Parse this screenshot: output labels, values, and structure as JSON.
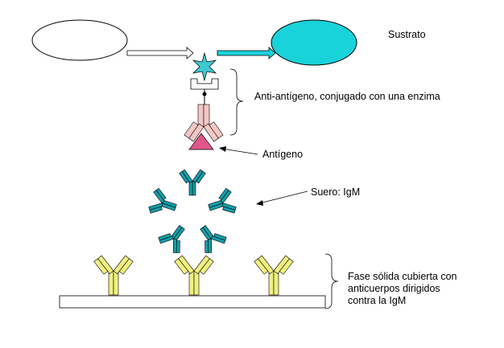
{
  "labels": {
    "sustrato": "Sustrato",
    "anti_antigeno": "Anti-antígeno, conjugado con una enzima",
    "antigeno": "Antígeno",
    "suero": "Suero: IgM",
    "fase_solida": "Fase sólida cubierta con\nanticuerpos dirigidos\ncontra la IgM"
  },
  "colors": {
    "product_fill": "#19D3DB",
    "enzyme_fill": "#3DC9D0",
    "conjugate_fill": "#F4C7C7",
    "antigen_fill": "#E2558B",
    "igm_fill": "#139FAA",
    "capture_fill": "#EFF080",
    "line": "#000000"
  }
}
